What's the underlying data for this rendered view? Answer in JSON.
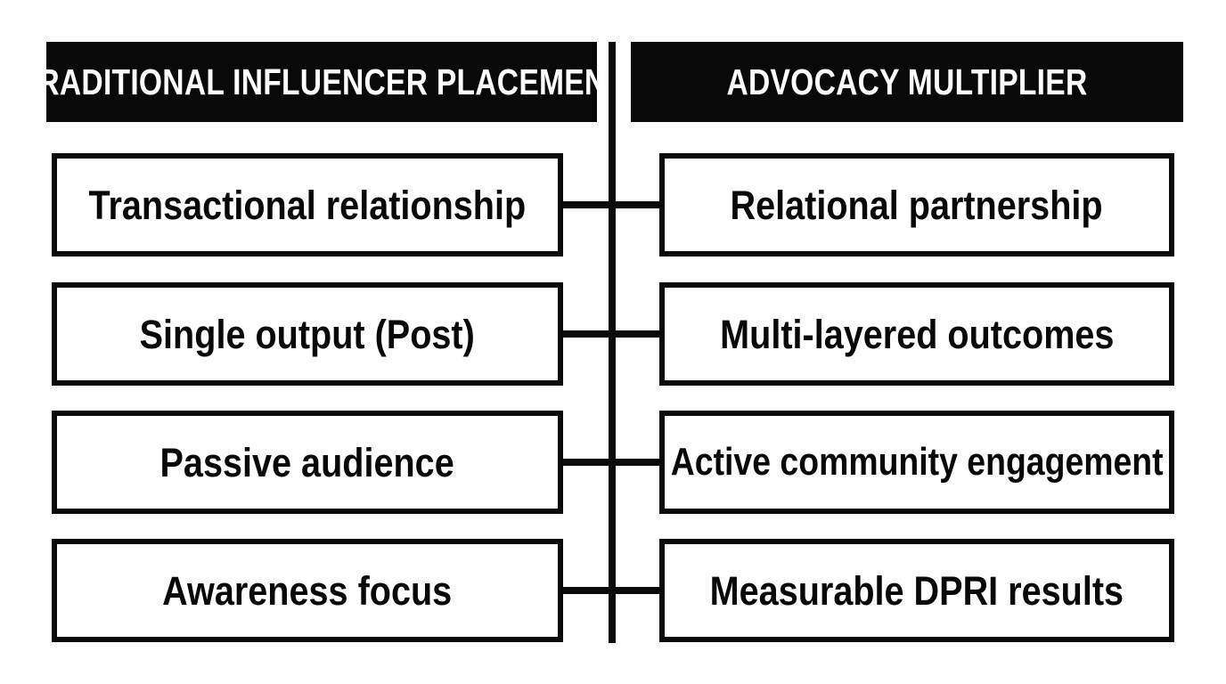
{
  "diagram": {
    "type": "two-column-comparison",
    "columns": [
      {
        "id": "left",
        "header": "TRADITIONAL INFLUENCER PLACEMENT"
      },
      {
        "id": "right",
        "header": "ADVOCACY MULTIPLIER"
      }
    ],
    "rows": [
      {
        "left": "Transactional relationship",
        "right": "Relational partnership",
        "connector": "horizontal-line"
      },
      {
        "left": "Single output (Post)",
        "right": "Multi-layered outcomes",
        "connector": "horizontal-line"
      },
      {
        "left": "Passive audience",
        "right": "Active community engagement",
        "connector": "horizontal-line"
      },
      {
        "left": "Awareness focus",
        "right": "Measurable DPRI results",
        "connector": "horizontal-line"
      }
    ],
    "colors": {
      "background": "#ffffff",
      "header_fill": "#090909",
      "header_text": "#ffffff",
      "box_fill": "#ffffff",
      "box_border": "#0a0a0a",
      "divider": "#090909",
      "connector": "#0a0a0a"
    }
  }
}
